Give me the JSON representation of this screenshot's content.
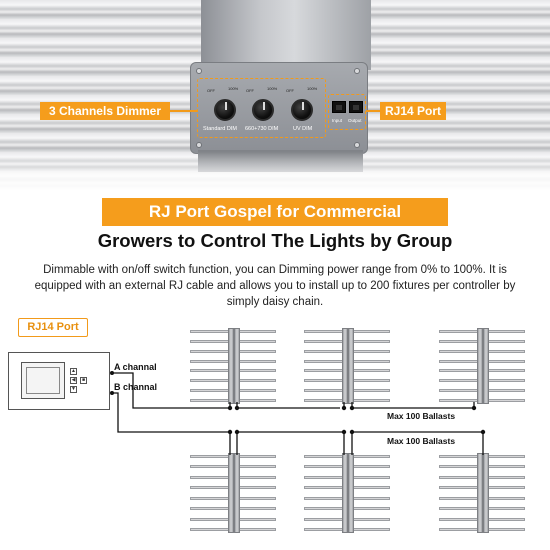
{
  "callouts": {
    "dimmer": "3 Channels Dimmer",
    "rj14": "RJ14 Port"
  },
  "panel": {
    "knobs": [
      "Standard DIM",
      "660+730 DIM",
      "UV DIM"
    ],
    "ports": [
      "Input",
      "Output"
    ]
  },
  "banner": "RJ Port Gospel for Commercial",
  "headline": "Growers to Control The Lights by Group",
  "description": "Dimmable with on/off switch function, you can Dimming power range from 0% to 100%. It is equipped with an external RJ cable and allows you to install up to 200 fixtures per controller by simply daisy chain.",
  "diagram": {
    "rj_port_label": "RJ14 Port",
    "channel_a": "A channal",
    "channel_b": "B channal",
    "max_a": "Max 100 Ballasts",
    "max_b": "Max 100 Ballasts"
  },
  "colors": {
    "accent": "#f59d1c",
    "fixture": "#c9cacd",
    "wire": "#111111"
  }
}
